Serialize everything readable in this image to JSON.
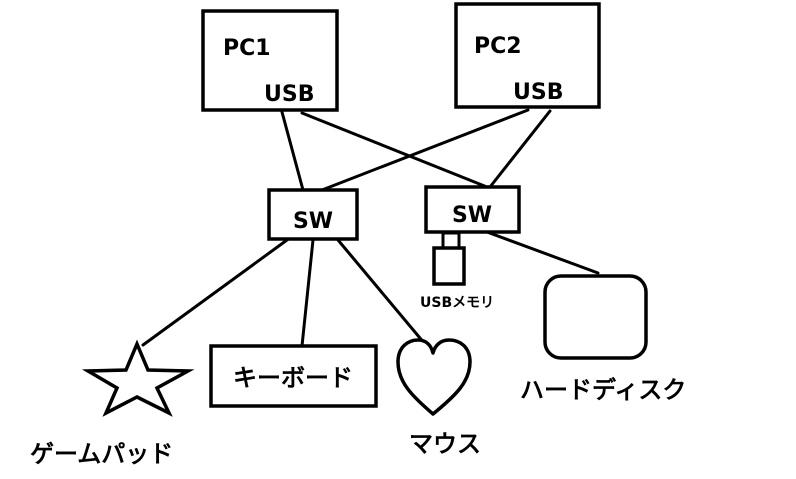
{
  "nodes": {
    "pc1": {
      "title": "PC1",
      "port": "USB"
    },
    "pc2": {
      "title": "PC2",
      "port": "USB"
    },
    "sw_left": {
      "label": "SW"
    },
    "sw_right": {
      "label": "SW"
    },
    "usb_memory": {
      "label": "USBメモリ"
    },
    "gamepad": {
      "label": "ゲームパッド"
    },
    "keyboard": {
      "label": "キーボード"
    },
    "mouse": {
      "label": "マウス"
    },
    "hard_disk": {
      "label": "ハードディスク"
    }
  },
  "colors": {
    "stroke": "#000000",
    "background": "#ffffff"
  }
}
